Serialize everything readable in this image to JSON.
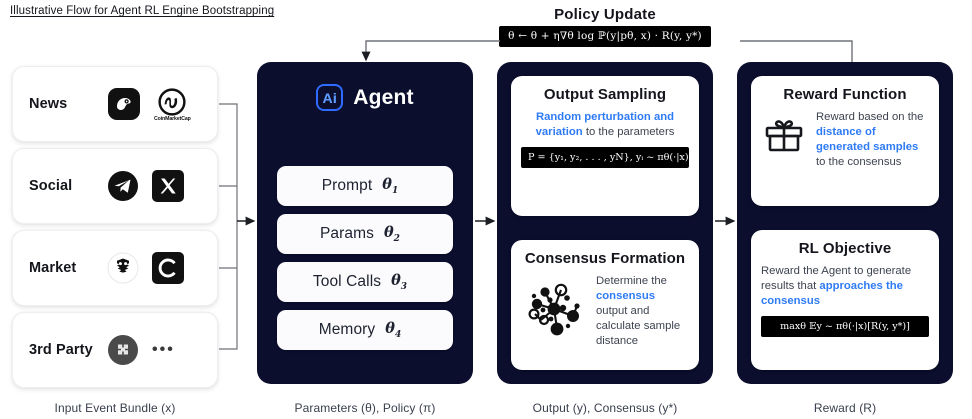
{
  "doc": {
    "title": "Illustrative Flow for Agent RL Engine Bootstrapping"
  },
  "policy_update": {
    "title": "Policy Update",
    "formula": "θ ← θ + η∇θ log ℙ(y|pθ, x) · R(y, y*)"
  },
  "input_bundle": {
    "caption": "Input Event Bundle (x)",
    "sources": [
      {
        "name": "News",
        "icons": [
          "news-bird-icon",
          "coinmarketcap-icon"
        ],
        "icon_labels": [
          "",
          "CoinMarketCap"
        ]
      },
      {
        "name": "Social",
        "icons": [
          "telegram-icon",
          "x-twitter-icon"
        ],
        "icon_labels": [
          "",
          ""
        ]
      },
      {
        "name": "Market",
        "icons": [
          "owl-icon",
          "c-letter-icon"
        ],
        "icon_labels": [
          "",
          ""
        ]
      },
      {
        "name": "3rd Party",
        "icons": [
          "puzzle-x-icon",
          "ellipsis-icon"
        ],
        "icon_labels": [
          "",
          "•••"
        ]
      }
    ]
  },
  "agent": {
    "badge_text": "Ai",
    "title": "Agent",
    "caption": "Parameters (θ), Policy (π)",
    "params": [
      {
        "label": "Prompt",
        "theta": "θ",
        "sub": "1"
      },
      {
        "label": "Params",
        "theta": "θ",
        "sub": "2"
      },
      {
        "label": "Tool Calls",
        "theta": "θ",
        "sub": "3"
      },
      {
        "label": "Memory",
        "theta": "θ",
        "sub": "4"
      }
    ]
  },
  "output": {
    "caption": "Output (y), Consensus (y*)",
    "sampling": {
      "title": "Output Sampling",
      "text_highlight": "Random perturbation and variation",
      "text_rest": " to the parameters",
      "formula": "P = {y₁, y₂, . . . , yN},    yᵢ ~ πθ(·|x)"
    },
    "consensus": {
      "title": "Consensus Formation",
      "icon": "network-graph-icon",
      "text_before": "Determine the ",
      "text_highlight": "consensus",
      "text_after": " output and calculate sample distance"
    }
  },
  "reward": {
    "caption": "Reward (R)",
    "reward_function": {
      "title": "Reward Function",
      "icon": "gift-icon",
      "text_before": "Reward based on the ",
      "text_highlight": "distance of generated samples",
      "text_after": " to the consensus"
    },
    "rl_objective": {
      "title": "RL Objective",
      "text_before": "Reward the Agent to generate results that ",
      "text_highlight": "approaches the consensus",
      "formula": "maxθ 𝔼y ~ πθ(·|x)[R(y, y*)]"
    }
  },
  "colors": {
    "panel_navy": "#0b0e2d",
    "accent_blue": "#2f7bf6",
    "badge_blue": "#2f6bff",
    "formula_bg": "#000000",
    "connector": "#6f7278"
  }
}
